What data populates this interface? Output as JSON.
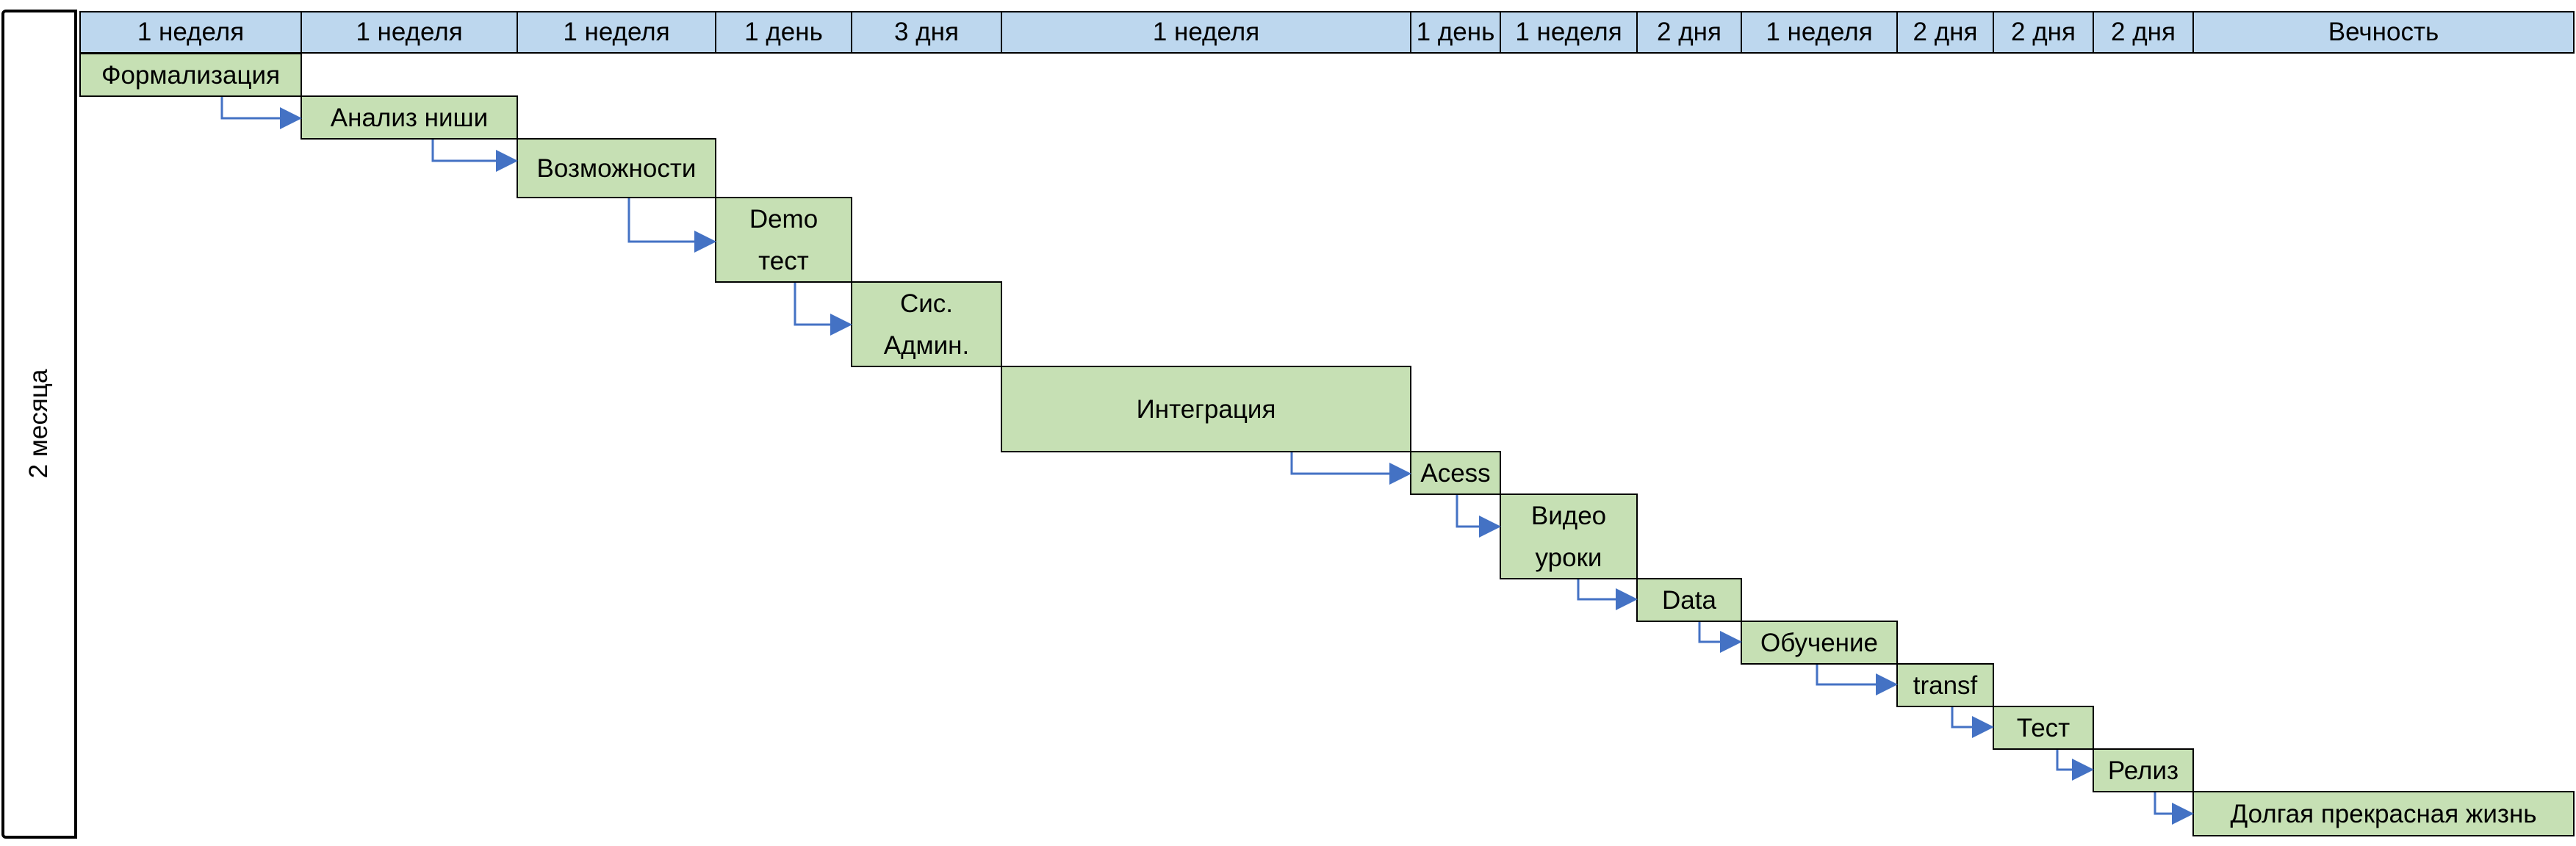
{
  "side_label": "2 месяца",
  "columns": [
    "1 неделя",
    "1 неделя",
    "1 неделя",
    "1 день",
    "3 дня",
    "1 неделя",
    "1 день",
    "1 неделя",
    "2 дня",
    "1 неделя",
    "2 дня",
    "2 дня",
    "2 дня",
    "Вечность"
  ],
  "tasks": [
    "Формализация",
    "Анализ ниши",
    "Возможности",
    "Demo\nтест",
    "Сис.\nАдмин.",
    "Интеграция",
    "Acess",
    "Видео\nуроки",
    "Data",
    "Обучение",
    "transf",
    "Тест",
    "Релиз",
    "Долгая прекрасная жизнь"
  ],
  "colors": {
    "header": "#bdd7ee",
    "task": "#c6e0b4",
    "arrow": "#4472c4",
    "border": "#000000"
  }
}
